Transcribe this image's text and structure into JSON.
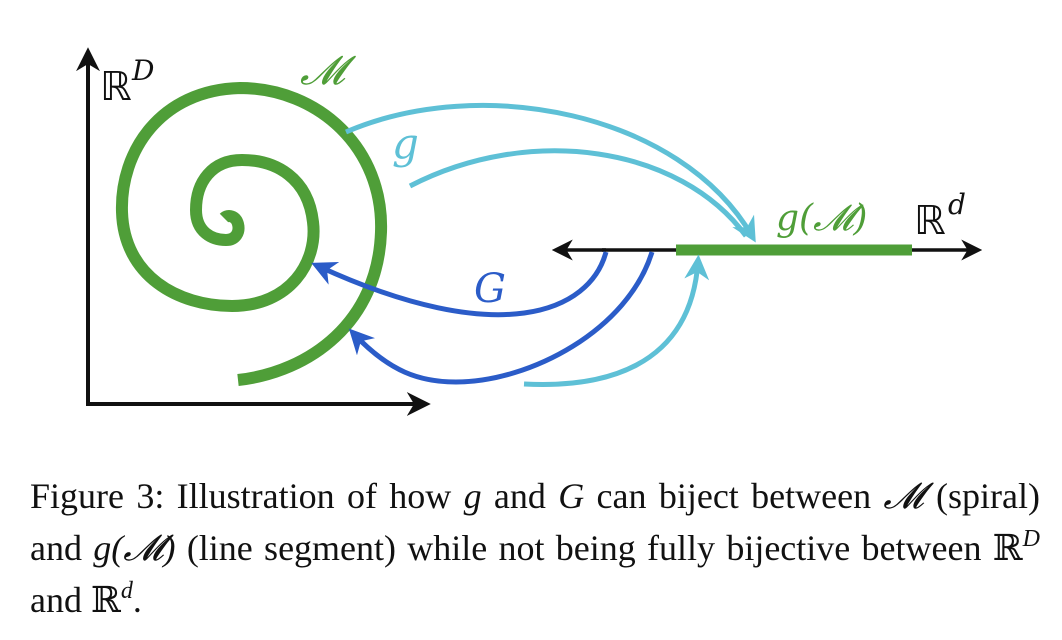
{
  "colors": {
    "manifold_green": "#4f9e38",
    "map_g_light_blue": "#5ec0d6",
    "map_G_dark_blue": "#2b5cc8",
    "axis_black": "#111111"
  },
  "figure": {
    "ambient_space_label": "ℝ",
    "ambient_space_sup": "D",
    "manifold_label": "𝓜",
    "encoder_label": "g",
    "decoder_label": "G",
    "image_label": "g(𝓜)",
    "latent_space_label": "ℝ",
    "latent_space_sup": "d"
  },
  "caption": {
    "prefix": "Figure 3:",
    "t1": " Illustration of how ",
    "g1": "g",
    "t2": " and ",
    "G1": "G",
    "t3": " can biject between ",
    "M1": "𝓜",
    "t4": " (spiral) and ",
    "gM": "g(𝓜)",
    "t5": " (line segment) while not being fully bijective between ",
    "R1": "ℝ",
    "D": "D",
    "t6": " and ",
    "R2": "ℝ",
    "d": "d",
    "t7": "."
  }
}
